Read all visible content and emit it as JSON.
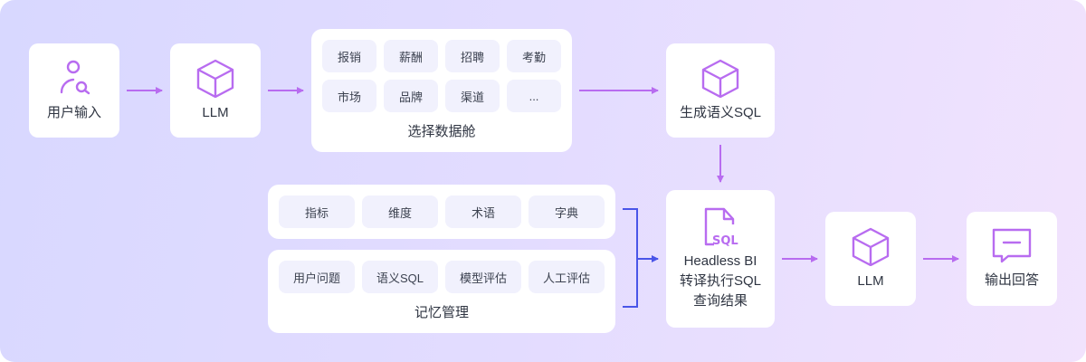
{
  "colors": {
    "accent_purple": "#b86cf0",
    "accent_blue": "#4a55e8",
    "card_bg": "#ffffff",
    "chip_bg": "#f1f1fd",
    "text": "#2f3542"
  },
  "nodes": {
    "user_input": {
      "label": "用户输入",
      "icon": "user-search-icon"
    },
    "llm_1": {
      "label": "LLM",
      "icon": "cube-icon"
    },
    "data_cabin": {
      "label": "选择数据舱",
      "chips": [
        "报销",
        "薪酬",
        "招聘",
        "考勤",
        "市场",
        "品牌",
        "渠道",
        "..."
      ]
    },
    "generate_sql": {
      "label": "生成语义SQL",
      "icon": "cube-icon"
    },
    "knowledge": {
      "chips": [
        "指标",
        "维度",
        "术语",
        "字典"
      ]
    },
    "memory": {
      "label": "记忆管理",
      "chips": [
        "用户问题",
        "语义SQL",
        "模型评估",
        "人工评估"
      ]
    },
    "headless_bi": {
      "icon": "sql-file-icon",
      "lines": [
        "Headless BI",
        "转译执行SQL",
        "查询结果"
      ]
    },
    "llm_2": {
      "label": "LLM",
      "icon": "cube-icon"
    },
    "output": {
      "label": "输出回答",
      "icon": "chat-icon"
    }
  }
}
